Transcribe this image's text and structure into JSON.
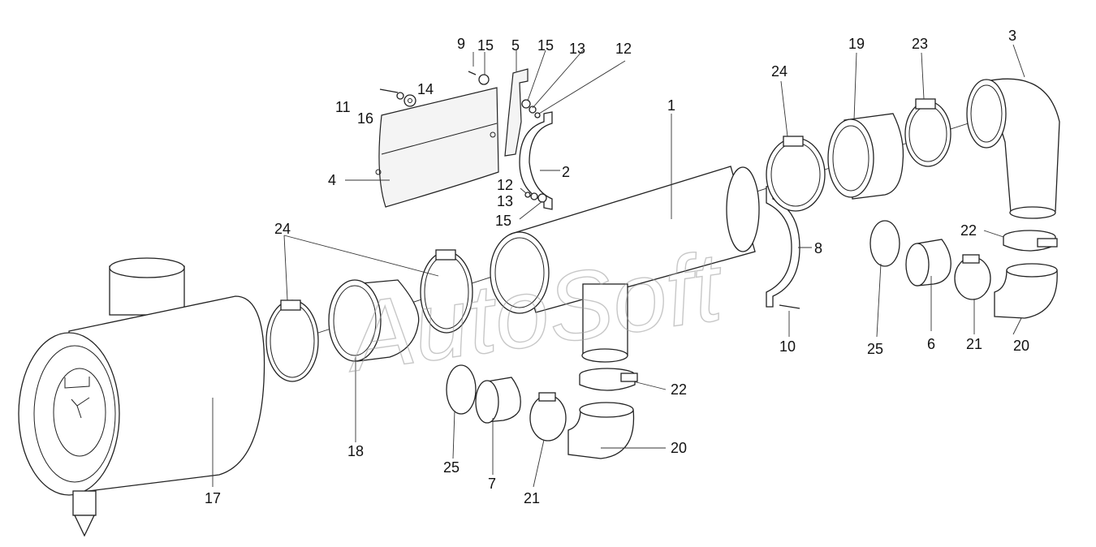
{
  "watermark": "AutoSoft",
  "callouts": {
    "c1": "1",
    "c2": "2",
    "c3": "3",
    "c4": "4",
    "c5": "5",
    "c6": "6",
    "c7": "7",
    "c8": "8",
    "c9": "9",
    "c10": "10",
    "c11": "11",
    "c12a": "12",
    "c12b": "12",
    "c13a": "13",
    "c13b": "13",
    "c14": "14",
    "c15a": "15",
    "c15b": "15",
    "c15c": "15",
    "c16": "16",
    "c17": "17",
    "c18": "18",
    "c19": "19",
    "c20a": "20",
    "c20b": "20",
    "c21a": "21",
    "c21b": "21",
    "c22a": "22",
    "c22b": "22",
    "c23": "23",
    "c24a": "24",
    "c24b": "24",
    "c25a": "25",
    "c25b": "25"
  },
  "colors": {
    "line": "#222222",
    "watermark": "#9a9a9a",
    "background": "#ffffff"
  }
}
